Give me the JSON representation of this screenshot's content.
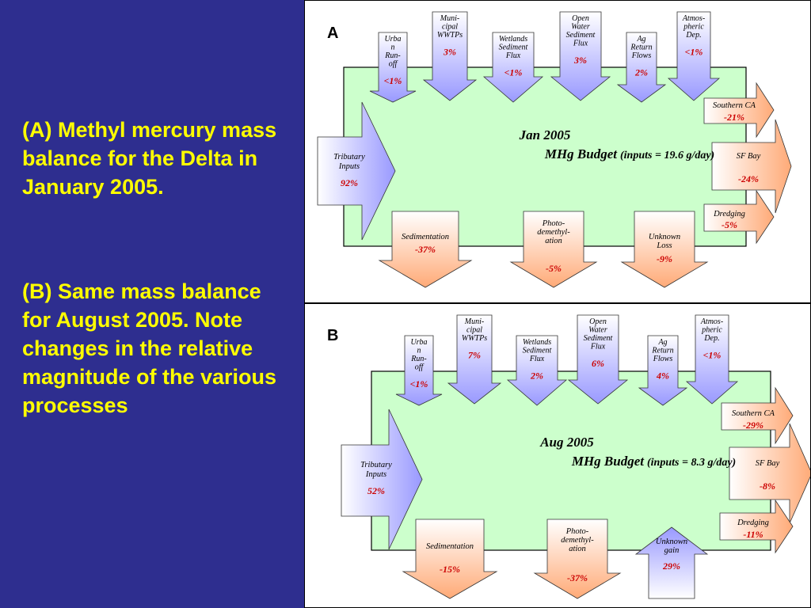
{
  "caption": {
    "a": "(A)  Methyl mercury mass balance for the Delta in January 2005.",
    "b": "(B) Same mass balance for August 2005.  Note changes in the relative magnitude of the various processes"
  },
  "colors": {
    "background": "#2e2e8f",
    "caption_text": "#ffff00",
    "budget_box": "#ccffcc",
    "input_arrow_tip": "#9999ff",
    "output_arrow_tip": "#ffaa77",
    "value_text": "#cc0000"
  },
  "panels": [
    {
      "letter": "A",
      "title": "Jan 2005",
      "subtitle": "MHg Budget",
      "subtitle_note": "(inputs = 19.6 g/day)",
      "inputs": [
        {
          "label": "Urba n Run- off",
          "value": "<1%"
        },
        {
          "label": "Muni- cipal WWTPs",
          "value": "3%"
        },
        {
          "label": "Wetlands Sediment Flux",
          "value": "<1%"
        },
        {
          "label": "Open Water Sediment Flux",
          "value": "3%"
        },
        {
          "label": "Ag Return Flows",
          "value": "2%"
        },
        {
          "label": "Atmos- pheric Dep.",
          "value": "<1%"
        }
      ],
      "tributary": {
        "label": "Tributary Inputs",
        "value": "92%"
      },
      "outputs_right": [
        {
          "label": "Southern CA",
          "value": "-21%"
        },
        {
          "label": "SF Bay",
          "value": "-24%"
        },
        {
          "label": "Dredging",
          "value": "-5%"
        }
      ],
      "outputs_bottom": [
        {
          "label": "Sedimentation",
          "value": "-37%"
        },
        {
          "label": "Photo- demethyl- ation",
          "value": "-5%"
        },
        {
          "label": "Unknown Loss",
          "value": "-9%"
        }
      ]
    },
    {
      "letter": "B",
      "title": "Aug 2005",
      "subtitle": "MHg Budget",
      "subtitle_note": "(inputs = 8.3 g/day)",
      "inputs": [
        {
          "label": "Urba n Run- off",
          "value": "<1%"
        },
        {
          "label": "Muni- cipal WWTPs",
          "value": "7%"
        },
        {
          "label": "Wetlands Sediment Flux",
          "value": "2%"
        },
        {
          "label": "Open Water Sediment Flux",
          "value": "6%"
        },
        {
          "label": "Ag Return Flows",
          "value": "4%"
        },
        {
          "label": "Atmos- pheric Dep.",
          "value": "<1%"
        }
      ],
      "tributary": {
        "label": "Tributary Inputs",
        "value": "52%"
      },
      "outputs_right": [
        {
          "label": "Southern CA",
          "value": "-29%"
        },
        {
          "label": "SF Bay",
          "value": "-8%"
        },
        {
          "label": "Dredging",
          "value": "-11%"
        }
      ],
      "outputs_bottom": [
        {
          "label": "Sedimentation",
          "value": "-15%"
        },
        {
          "label": "Photo- demethyl- ation",
          "value": "-37%"
        },
        {
          "label": "Unknown gain",
          "value": "29%"
        }
      ]
    }
  ]
}
